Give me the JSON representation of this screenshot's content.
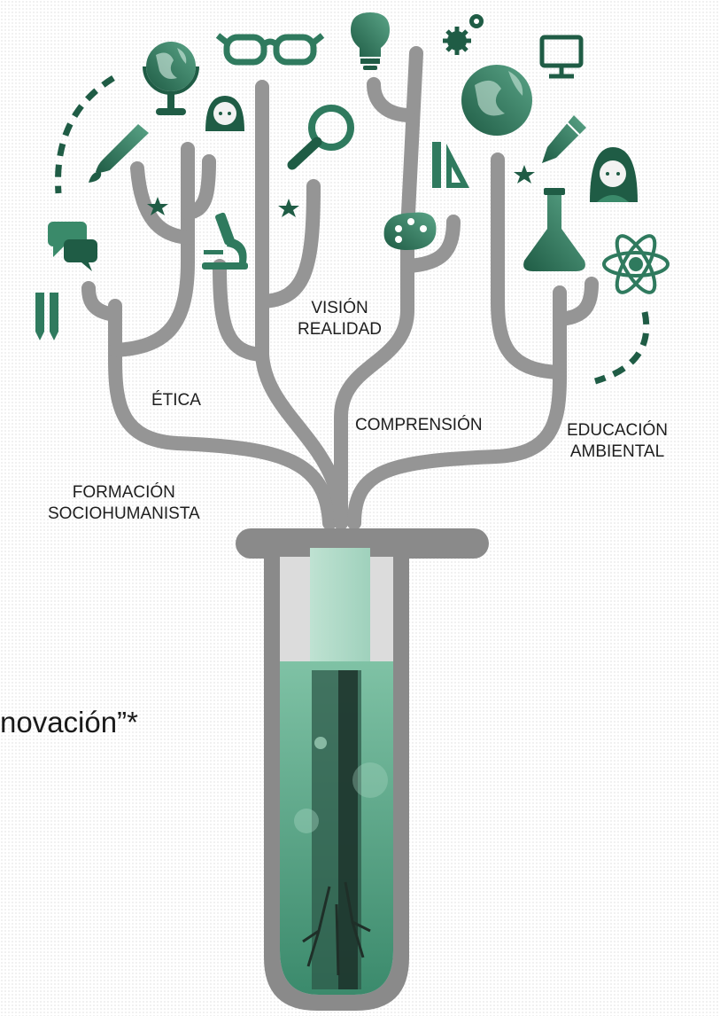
{
  "labels": {
    "vision_line1": "VISIÓN",
    "vision_line2": "REALIDAD",
    "etica": "ÉTICA",
    "comprension": "COMPRENSIÓN",
    "educacion_line1": "EDUCACIÓN",
    "educacion_line2": "AMBIENTAL",
    "formacion_line1": "FORMACIÓN",
    "formacion_line2": "SOCIOHUMANISTA"
  },
  "body_text": "novación”*",
  "colors": {
    "branch": "#959595",
    "tube": "#8a8a8a",
    "icon_dark": "#1f5c45",
    "icon_light": "#5aa487",
    "liquid_dark": "#1f3a31",
    "liquid_light": "#8ac9ae"
  },
  "icons": [
    "globe-icon",
    "glasses-icon",
    "lightbulb-icon",
    "gears-icon",
    "monitor-icon",
    "paintbrush-icon",
    "student-girl-icon",
    "magnifier-icon",
    "globe-icon",
    "pencil-icon",
    "chat-bubbles-icon",
    "microscope-icon",
    "set-square-icon",
    "palette-icon",
    "flask-icon",
    "student-icon",
    "atom-icon",
    "pens-icon",
    "star-icon"
  ]
}
